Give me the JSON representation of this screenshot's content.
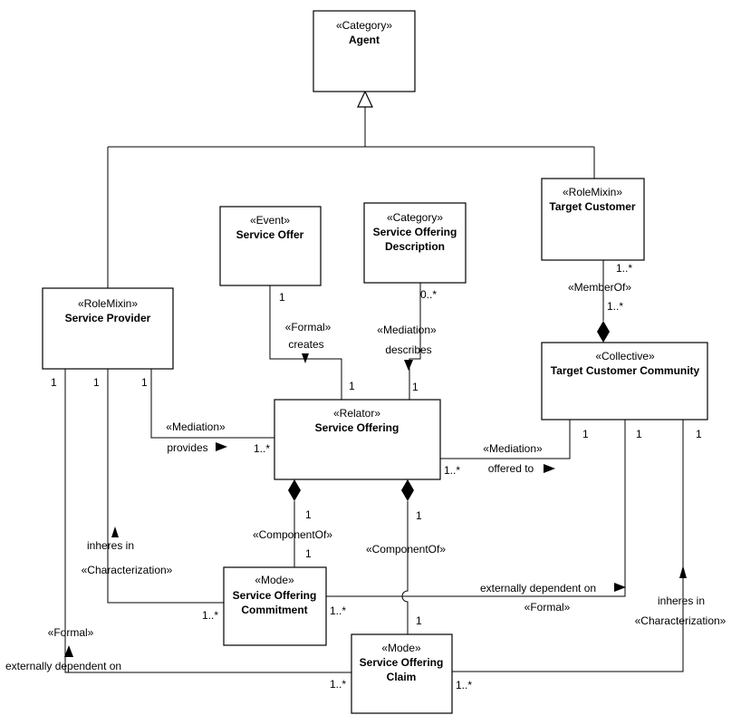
{
  "classes": {
    "agent": {
      "stereotype": "«Category»",
      "name": [
        "Agent"
      ]
    },
    "target_customer": {
      "stereotype": "«RoleMixin»",
      "name": [
        "Target Customer"
      ]
    },
    "service_offer": {
      "stereotype": "«Event»",
      "name": [
        "Service Offer"
      ]
    },
    "service_offering_description": {
      "stereotype": "«Category»",
      "name": [
        "Service Offering",
        "Description"
      ]
    },
    "service_provider": {
      "stereotype": "«RoleMixin»",
      "name": [
        "Service Provider"
      ]
    },
    "target_customer_community": {
      "stereotype": "«Collective»",
      "name": [
        "Target Customer Community"
      ]
    },
    "service_offering": {
      "stereotype": "«Relator»",
      "name": [
        "Service Offering"
      ]
    },
    "service_offering_commitment": {
      "stereotype": "«Mode»",
      "name": [
        "Service Offering",
        "Commitment"
      ]
    },
    "service_offering_claim": {
      "stereotype": "«Mode»",
      "name": [
        "Service Offering",
        "Claim"
      ]
    }
  },
  "associations": {
    "member_of": {
      "stereotype": "«MemberOf»",
      "mult_top": "1..*",
      "mult_bottom": "1..*"
    },
    "creates": {
      "stereotype": "«Formal»",
      "label": "creates",
      "mult_source": "1",
      "mult_target": "1"
    },
    "describes": {
      "stereotype": "«Mediation»",
      "label": "describes",
      "mult_source": "0..*",
      "mult_target": "1"
    },
    "provides": {
      "stereotype": "«Mediation»",
      "label": "provides",
      "mult_source": "1",
      "mult_target": "1..*"
    },
    "offered_to": {
      "stereotype": "«Mediation»",
      "label": "offered to",
      "mult_source": "1..*",
      "mult_target": "1"
    },
    "component_commitment": {
      "stereotype": "«ComponentOf»",
      "mult_part": "1",
      "mult_whole": "1"
    },
    "component_claim": {
      "stereotype": "«ComponentOf»",
      "mult_part": "1",
      "mult_whole": "1"
    },
    "provider_inheres": {
      "stereotype": "«Characterization»",
      "label": "inheres in",
      "mult_bearer": "1",
      "mult_mode": "1..*"
    },
    "commitment_external": {
      "stereotype": "«Formal»",
      "label": "externally dependent on",
      "mult_source": "1..*",
      "mult_target": "1"
    },
    "claim_external": {
      "stereotype": "«Formal»",
      "label": "externally dependent on",
      "mult_source": "1..*",
      "mult_target": "1"
    },
    "community_inheres": {
      "stereotype": "«Characterization»",
      "label": "inheres in",
      "mult_bearer": "1",
      "mult_mode": "1..*"
    }
  }
}
